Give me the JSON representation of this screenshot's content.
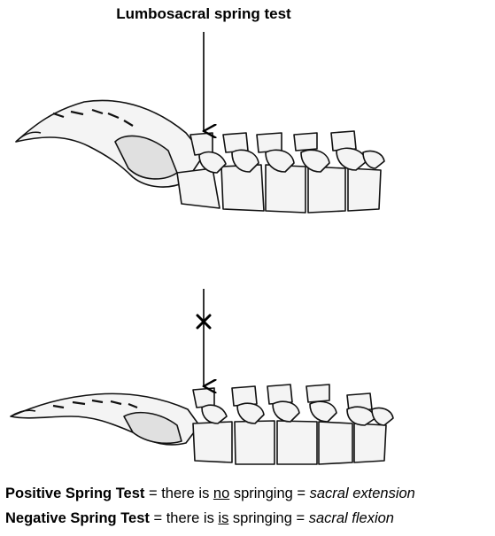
{
  "title": "Lumbosacral spring test",
  "captions": {
    "positive": {
      "term": "Positive Spring Test",
      "eq1": " = there is ",
      "key": "no",
      "eq2": " springing = ",
      "result": "sacral extension"
    },
    "negative": {
      "term": "Negative Spring Test",
      "eq1": " = there is ",
      "key": "is",
      "eq2": " springing = ",
      "result": "sacral flexion"
    }
  }
}
